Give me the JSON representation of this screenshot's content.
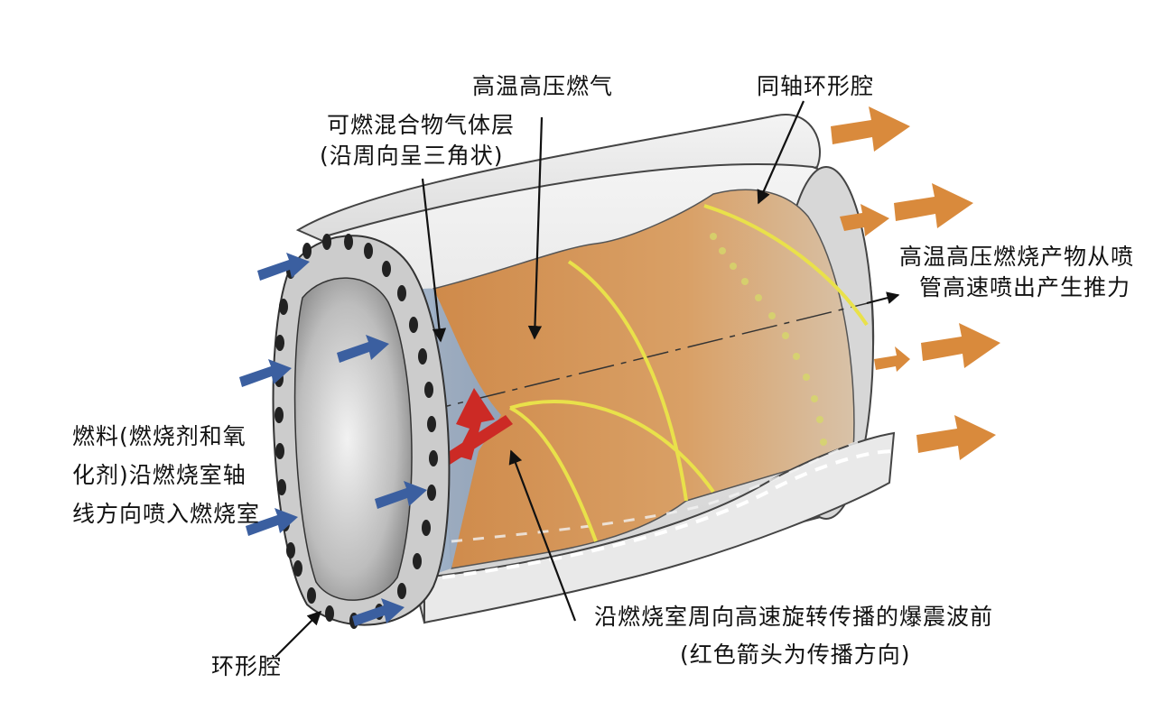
{
  "labels": {
    "hot_gas": "高温高压燃气",
    "coaxial_cavity": "同轴环形腔",
    "fuel_layer": [
      "可燃混合物气体层",
      "(沿周向呈三角状)"
    ],
    "exhaust": [
      "高温高压燃烧产物从喷",
      "管高速喷出产生推力"
    ],
    "fuel_injection": [
      "燃料(燃烧剂和氧",
      "化剂)沿燃烧室轴",
      "线方向喷入燃烧室"
    ],
    "detonation": [
      "沿燃烧室周向高速旋转传播的爆震波前",
      "(红色箭头为传播方向)"
    ],
    "annular_cavity": "环形腔"
  },
  "colors": {
    "injection_arrow": "#3b5fa0",
    "exhaust_arrow": "#d98a3c",
    "detonation_arrow": "#cc2a25",
    "wave_front": "#e9e14a",
    "fuel_layer": "#9bb0c8",
    "combustion_gas": "#d9954e",
    "shell": "#e6e6e6"
  },
  "icons": [
    "injection-arrow-icon",
    "exhaust-arrow-icon",
    "detonation-direction-arrow-icon"
  ]
}
